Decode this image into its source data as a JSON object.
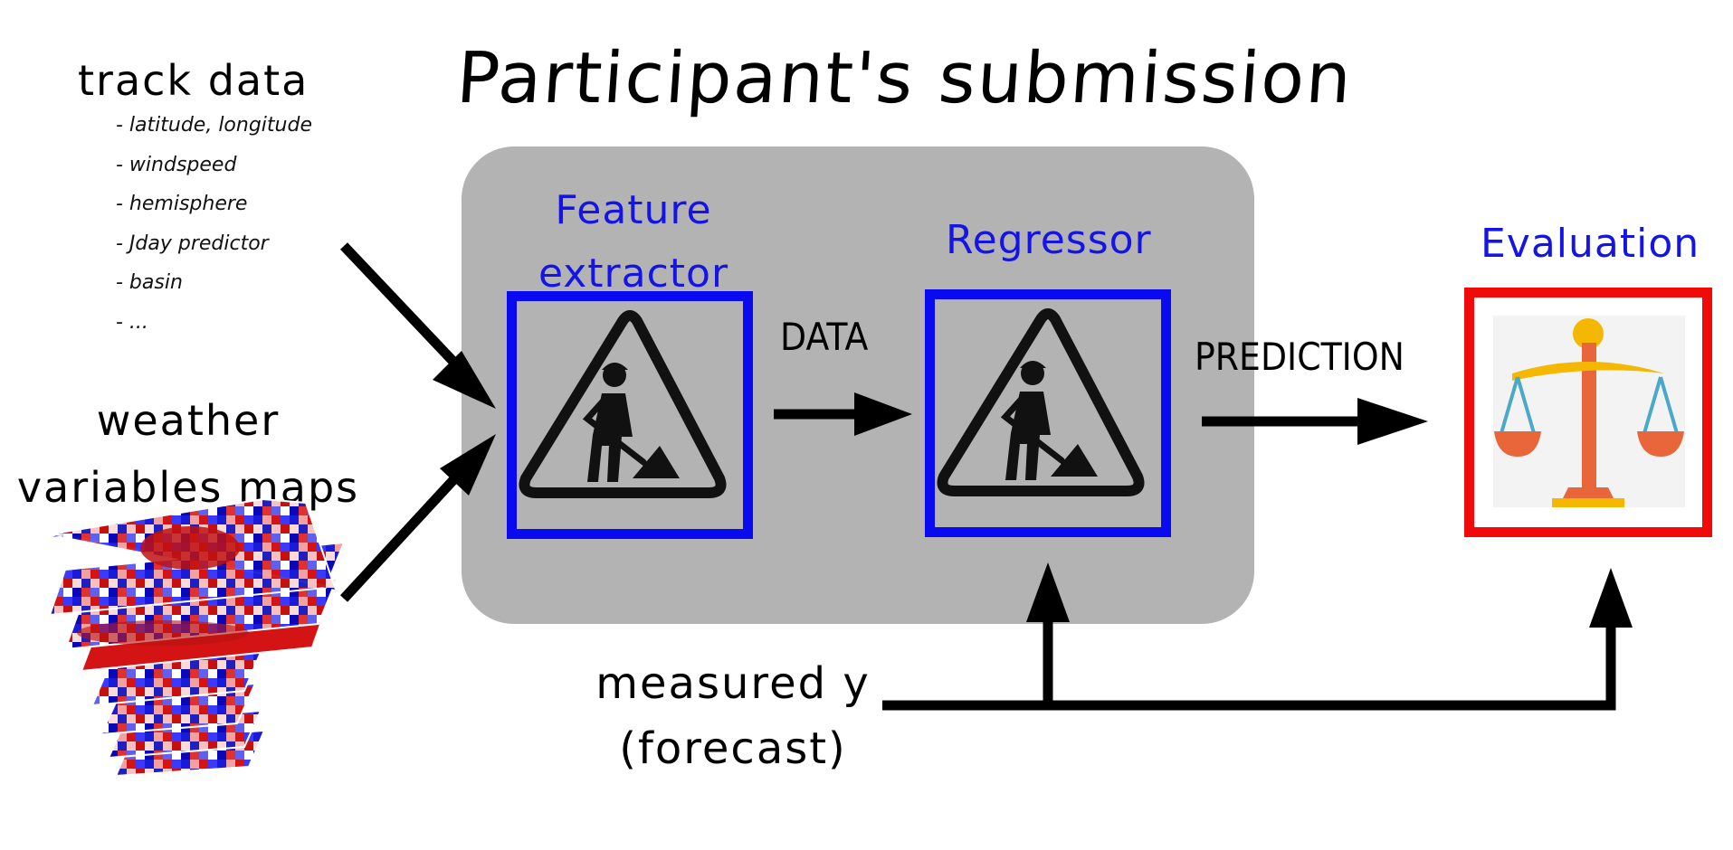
{
  "title": "Participant's submission",
  "track_data": {
    "heading": "track data",
    "items": [
      "- latitude, longitude",
      "- windspeed",
      "- hemisphere",
      "- Jday predictor",
      "- basin",
      "- ..."
    ]
  },
  "weather_maps": {
    "line1": "weather",
    "line2": "variables maps"
  },
  "feature_extractor": {
    "line1": "Feature",
    "line2": "extractor"
  },
  "regressor": {
    "label": "Regressor"
  },
  "evaluation": {
    "label": "Evaluation"
  },
  "arrows": {
    "data": "DATA",
    "prediction": "PREDICTION"
  },
  "measured": {
    "line1": "measured y",
    "line2": "(forecast)"
  },
  "icons": {
    "feature_extractor_icon": "under-construction-icon",
    "regressor_icon": "under-construction-icon",
    "evaluation_icon": "balance-scale-icon",
    "weather_maps_icon": "stacked-heatmaps-icon"
  },
  "colors": {
    "component_label": "#1414e6",
    "component_border": "#0a0af0",
    "evaluation_border": "#f00a0a",
    "submission_background": "#b3b3b3"
  }
}
